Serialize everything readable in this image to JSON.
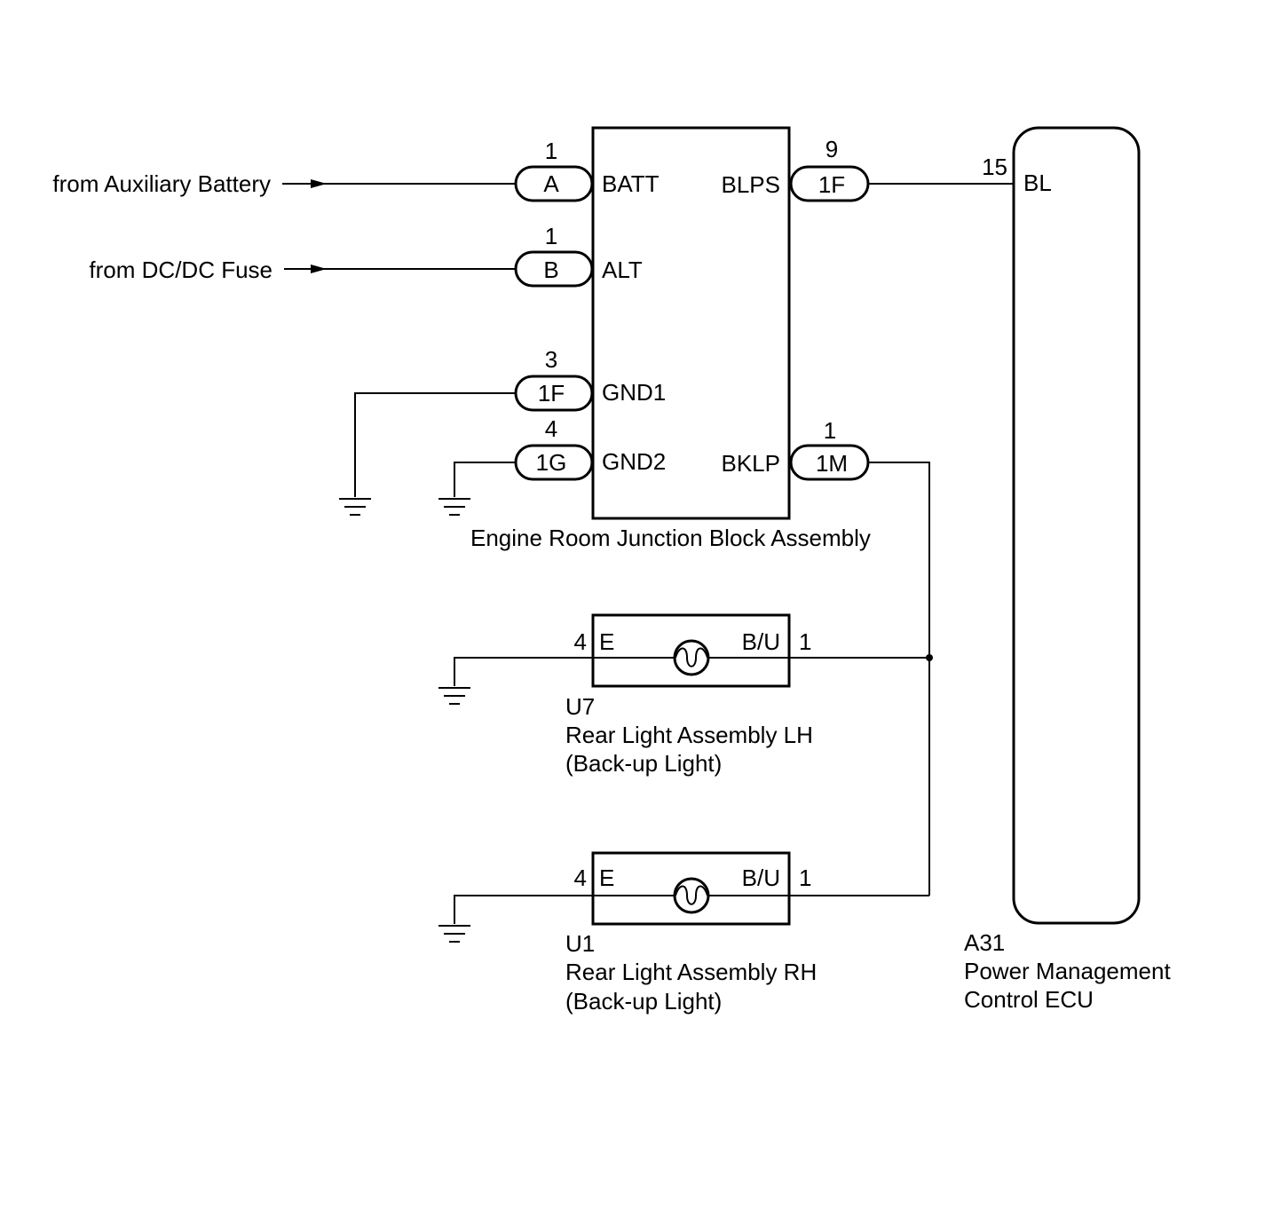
{
  "inputs": {
    "aux_battery": "from Auxiliary Battery",
    "dcdc_fuse": "from DC/DC Fuse"
  },
  "junction_block": {
    "name": "Engine Room Junction Block Assembly",
    "terminals": {
      "batt": "BATT",
      "alt": "ALT",
      "gnd1": "GND1",
      "gnd2": "GND2",
      "blps": "BLPS",
      "bklp": "BKLP"
    },
    "connectors": {
      "batt": {
        "code": "A",
        "pin": "1"
      },
      "alt": {
        "code": "B",
        "pin": "1"
      },
      "gnd1": {
        "code": "1F",
        "pin": "3"
      },
      "gnd2": {
        "code": "1G",
        "pin": "4"
      },
      "blps": {
        "code": "1F",
        "pin": "9"
      },
      "bklp": {
        "code": "1M",
        "pin": "1"
      }
    }
  },
  "ecu": {
    "id": "A31",
    "name_line1": "Power Management",
    "name_line2": "Control ECU",
    "terminal": "BL",
    "pin": "15"
  },
  "light_lh": {
    "id": "U7",
    "name": "Rear Light Assembly LH",
    "sub": "(Back-up Light)",
    "term_e": "E",
    "term_bu": "B/U",
    "pin_e": "4",
    "pin_bu": "1"
  },
  "light_rh": {
    "id": "U1",
    "name": "Rear Light Assembly RH",
    "sub": "(Back-up Light)",
    "term_e": "E",
    "term_bu": "B/U",
    "pin_e": "4",
    "pin_bu": "1"
  }
}
